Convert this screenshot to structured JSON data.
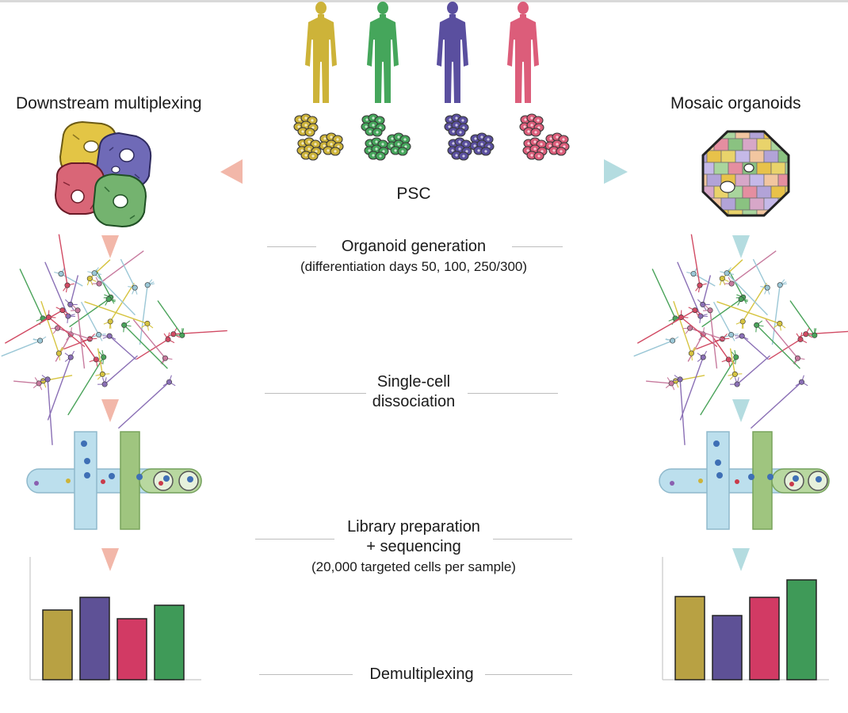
{
  "headings": {
    "left": "Downstream multiplexing",
    "right": "Mosaic organoids",
    "center": "PSC"
  },
  "steps": {
    "organoid_generation": "Organoid generation",
    "organoid_generation_detail": "(differentiation days 50, 100, 250/300)",
    "dissociation_line1": "Single-cell",
    "dissociation_line2": "dissociation",
    "library_line1": "Library preparation",
    "library_line2": "+ sequencing",
    "library_detail": "(20,000 targeted cells per sample)",
    "demultiplexing": "Demultiplexing"
  },
  "donor_colors": [
    "#cdb339",
    "#45a65b",
    "#5a4f9f",
    "#dc5d7a"
  ],
  "accent_colors": {
    "left_arrow": "#f2b7a9",
    "right_arrow": "#b4dce0",
    "channel_blue": "#bcdfed",
    "channel_green": "#9fc57f"
  },
  "chart_data": [
    {
      "type": "bar",
      "categories": [
        "",
        "",
        "",
        ""
      ],
      "values": [
        88,
        104,
        77,
        94
      ],
      "colors": [
        "#b8a143",
        "#5e5196",
        "#d23a64",
        "#3f9a58"
      ],
      "ylim": [
        0,
        140
      ]
    },
    {
      "type": "bar",
      "categories": [
        "",
        "",
        "",
        ""
      ],
      "values": [
        105,
        81,
        104,
        126
      ],
      "colors": [
        "#b8a143",
        "#5e5196",
        "#d23a64",
        "#3f9a58"
      ],
      "ylim": [
        0,
        140
      ]
    }
  ]
}
